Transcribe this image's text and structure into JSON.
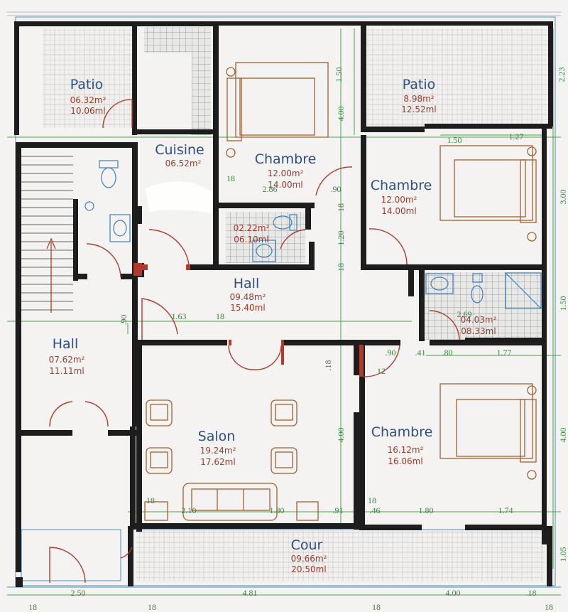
{
  "rooms": {
    "patio_left": {
      "name": "Patio",
      "area": "06.32m²",
      "perimeter": "10.06ml"
    },
    "cuisine": {
      "name": "Cuisine",
      "area": "06.52m²"
    },
    "chambre_top": {
      "name": "Chambre",
      "area": "12.00m²",
      "perimeter": "14.00ml"
    },
    "patio_right": {
      "name": "Patio",
      "area": "8.98m²",
      "perimeter": "12.52ml"
    },
    "chambre_right": {
      "name": "Chambre",
      "area": "12.00m²",
      "perimeter": "14.00ml"
    },
    "wc_small": {
      "area": "02.22m²",
      "perimeter": "06.10ml"
    },
    "hall_center": {
      "name": "Hall",
      "area": "09.48m²",
      "perimeter": "15.40ml"
    },
    "sdb_right": {
      "area": "04.03m²",
      "perimeter": "08.33ml"
    },
    "hall_left": {
      "name": "Hall",
      "area": "07.62m²",
      "perimeter": "11.11ml"
    },
    "salon": {
      "name": "Salon",
      "area": "19.24m²",
      "perimeter": "17.62ml"
    },
    "chambre_bottom": {
      "name": "Chambre",
      "area": "16.12m²",
      "perimeter": "16.06ml"
    },
    "cour": {
      "name": "Cour",
      "area": "09.66m²",
      "perimeter": "20.50ml"
    }
  },
  "dimensions": {
    "d_150_top": "1.50",
    "d_223": "2.23",
    "d_400_top": "4.00",
    "d_150_mid": "1.50",
    "d_127": "1.27",
    "d_018_a": "18",
    "d_286": "2.86",
    "d_090_a": ".90",
    "d_018_b": "18",
    "d_300": "3.00",
    "d_120": "1.20",
    "d_018_c": "18",
    "d_163": "1.63",
    "d_018_d": "18",
    "d_090_b": ".90",
    "d_269": "2.69",
    "d_150_right": "1.50",
    "d_090_c": ".90",
    "d_041": ".41",
    "d_080": ".80",
    "d_177": "1.77",
    "d_018_e": ".18",
    "d_012": "12",
    "d_400_mid": "4.00",
    "d_400_right": "4.00",
    "d_018_f": "18",
    "d_210": "2.10",
    "d_180_a": "1.80",
    "d_091": ".91",
    "d_018_g": "18",
    "d_046": ".46",
    "d_180_b": "1.80",
    "d_174": "1.74",
    "d_105": "1.05",
    "d_250": "2.50",
    "d_481": "4.81",
    "d_400_bottom": "4.00",
    "d_018_h": ".18",
    "d_018_i": "18",
    "d_018_j": "18",
    "d_018_k": "18",
    "d_018_l": "18"
  }
}
